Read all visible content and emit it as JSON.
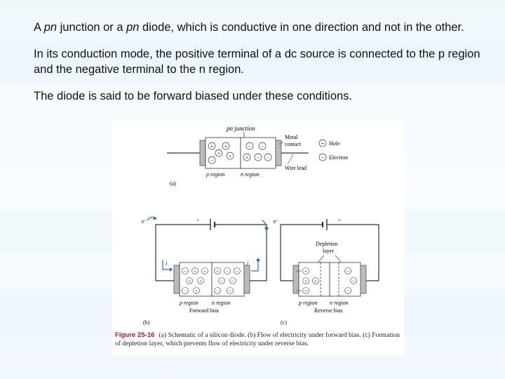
{
  "paragraphs": {
    "p1_pre1": "A ",
    "p1_pn1": "pn",
    "p1_mid": " junction or a ",
    "p1_pn2": "pn",
    "p1_post": " diode, which is conductive in one direction and not in the other.",
    "p2": "In its conduction mode, the positive terminal of a dc source is connected to the p region and the negative terminal  to the n region.",
    "p3": "The diode is said to be forward biased under these conditions."
  },
  "figure": {
    "label_a": "(a)",
    "label_b": "(b)",
    "label_c": "(c)",
    "pn_junction": "pn junction",
    "metal_contact_1": "Metal",
    "metal_contact_2": "contact",
    "hole": "Hole",
    "electron": "Electron",
    "wire_lead": "Wire lead",
    "p_region": "p region",
    "n_region": "n region",
    "forward_bias": "Forward bias",
    "reverse_bias": "Reverse bias",
    "depletion_1": "Depletion",
    "depletion_2": "layer",
    "e_minus": "e⁻",
    "current_i": "i",
    "caption_num": "Figure 25-16",
    "caption_text": "(a) Schematic of a silicon diode. (b) Flow of electricity under forward bias. (c) Formation of depletion layer, which prevents flow of electricity under reverse bias."
  }
}
